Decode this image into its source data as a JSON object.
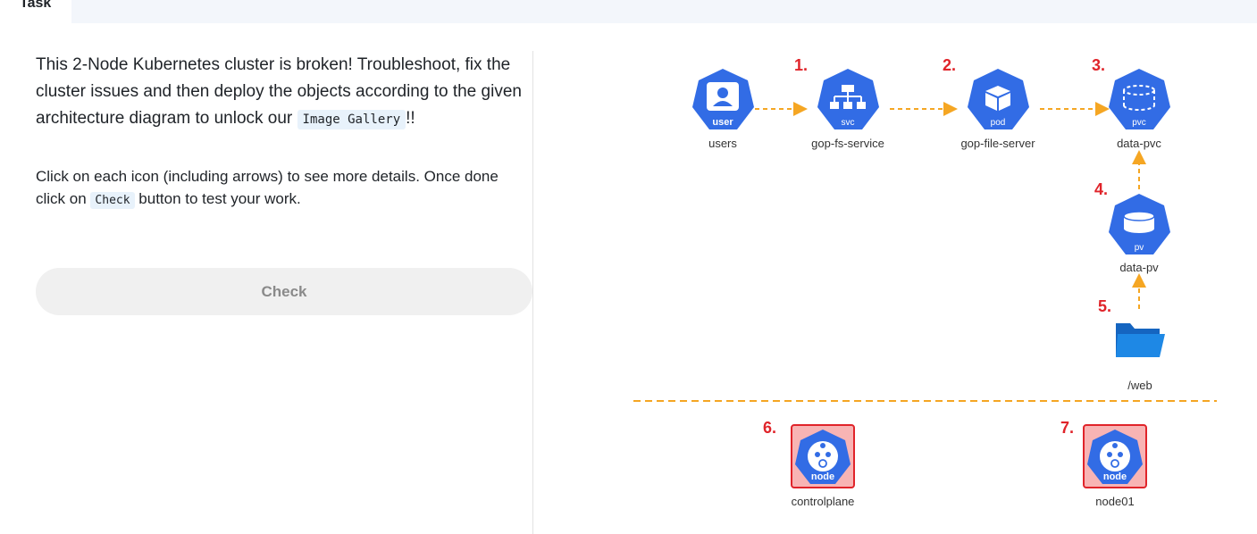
{
  "tab": {
    "label": "Task"
  },
  "task": {
    "intro_text": "This 2-Node Kubernetes cluster is broken! Troubleshoot, fix the cluster issues and then deploy the objects according to the given architecture diagram to unlock our ",
    "intro_code": "Image Gallery",
    "intro_suffix": "!!",
    "details_pre": "Click on each icon (including arrows) to see more details. Once done click on ",
    "details_code": "Check",
    "details_post": " button to test your work.",
    "check_button": "Check"
  },
  "diagram": {
    "nodes": [
      {
        "name": "users",
        "icon": "user-icon",
        "badge": "user",
        "label": "users"
      },
      {
        "name": "gop-fs-service",
        "icon": "svc-icon",
        "badge": "svc",
        "label": "gop-fs-service",
        "step": "1."
      },
      {
        "name": "gop-file-server",
        "icon": "pod-icon",
        "badge": "pod",
        "label": "gop-file-server",
        "step": "2."
      },
      {
        "name": "data-pvc",
        "icon": "pvc-icon",
        "badge": "pvc",
        "label": "data-pvc",
        "step": "3."
      },
      {
        "name": "data-pv",
        "icon": "pv-icon",
        "badge": "pv",
        "label": "data-pv",
        "step": "4."
      },
      {
        "name": "web",
        "icon": "folder-icon",
        "badge": "",
        "label": "/web",
        "step": "5."
      },
      {
        "name": "controlplane",
        "icon": "node-icon",
        "badge": "node",
        "label": "controlplane",
        "step": "6."
      },
      {
        "name": "node01",
        "icon": "node-icon",
        "badge": "node",
        "label": "node01",
        "step": "7."
      }
    ],
    "colors": {
      "k8s_blue": "#326ce5",
      "arrow_orange": "#f5a623",
      "step_red": "#e0242a",
      "node_bg": "#f8b4b4",
      "node_border": "#e0242a",
      "folder_blue": "#1565c0"
    }
  }
}
